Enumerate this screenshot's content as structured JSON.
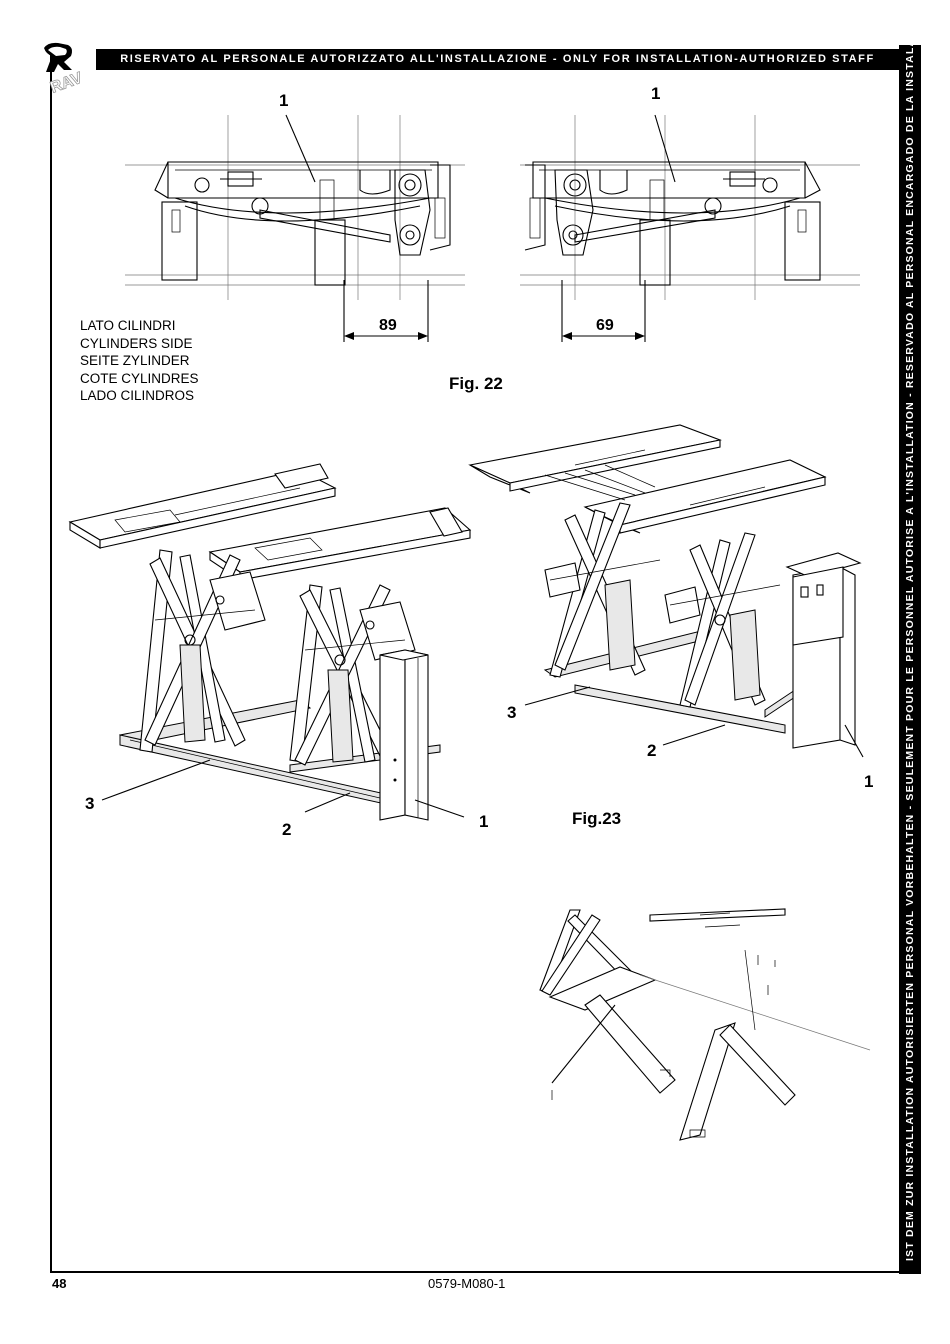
{
  "header": {
    "banner_text": "RISERVATO AL PERSONALE AUTORIZZATO ALL'INSTALLAZIONE - ONLY FOR INSTALLATION-AUTHORIZED STAFF",
    "side_text": "IST DEM ZUR INSTALLATION AUTORISIERTEN PERSONAL VORBEHALTEN - SEULEMENT POUR LE PERSONNEL AUTORISE A L'INSTALLATION - RESERVADO AL PERSONAL ENCARGADO DE LA INSTALACION",
    "logo_icon": "ravaglioli-logo-icon"
  },
  "fig22": {
    "label": "Fig. 22",
    "callout_left": "1",
    "callout_right": "1",
    "dim_left": "89",
    "dim_right": "69",
    "cylinders_side": [
      "LATO CILINDRI",
      "CYLINDERS SIDE",
      "SEITE ZYLINDER",
      "COTE CYLINDRES",
      "LADO CILINDROS"
    ]
  },
  "fig_left": {
    "callout_3": "3",
    "callout_2": "2",
    "callout_1": "1"
  },
  "fig23": {
    "label": "Fig.23",
    "callout_3": "3",
    "callout_2": "2",
    "callout_1": "1"
  },
  "footer": {
    "page_number": "48",
    "doc_code": "0579-M080-1"
  }
}
